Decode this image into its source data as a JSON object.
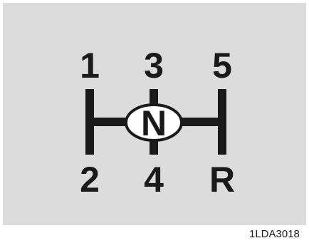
{
  "gears": {
    "first": "1",
    "third": "3",
    "fifth": "5",
    "second": "2",
    "fourth": "4",
    "reverse": "R",
    "neutral": "N"
  },
  "figure_code": "1LDA3018",
  "colors": {
    "background": "#dcdcdc",
    "ink": "#1a1a1a",
    "neutral_fill": "#ffffff"
  }
}
